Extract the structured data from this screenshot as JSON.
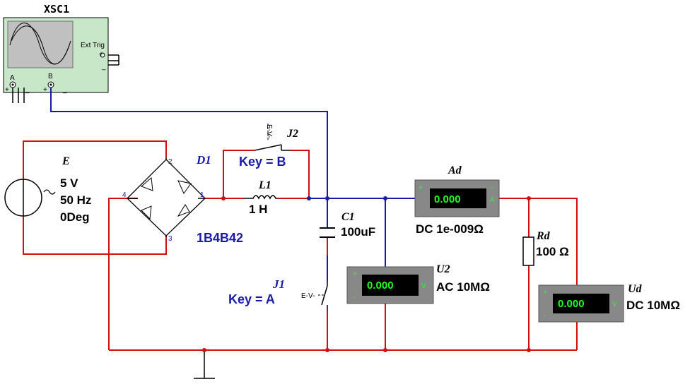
{
  "oscilloscope": {
    "name": "XSC1",
    "ext_trig": "Ext Trig",
    "ch_a": "A",
    "ch_b": "B"
  },
  "source": {
    "name": "E",
    "voltage": "5 V",
    "freq": "50 Hz",
    "phase": "0Deg"
  },
  "bridge": {
    "name": "D1",
    "model": "1B4B42",
    "pins": [
      "2",
      "4",
      "1",
      "3"
    ]
  },
  "switch_j2": {
    "name": "J2",
    "key": "Key = B"
  },
  "switch_j1": {
    "name": "J1",
    "key": "Key = A"
  },
  "inductor": {
    "name": "L1",
    "value": "1 H"
  },
  "capacitor": {
    "name": "C1",
    "value": "100uF"
  },
  "ammeter": {
    "name": "Ad",
    "reading": "0.000",
    "mode": "DC  1e-009Ω",
    "unit": "A"
  },
  "voltmeter_u2": {
    "name": "U2",
    "reading": "0.000",
    "mode": "AC  10MΩ",
    "unit": "V"
  },
  "resistor": {
    "name": "Rd",
    "value": "100 Ω"
  },
  "voltmeter_ud": {
    "name": "Ud",
    "reading": "0.000",
    "mode": "DC 10MΩ",
    "unit": "V"
  },
  "colors": {
    "wire_red": "#d01010",
    "wire_blue": "#1a1aa8",
    "scope_bg": "#c8e6c8",
    "meter_body": "#888888",
    "meter_display": "#000000",
    "meter_text": "#22ff22"
  }
}
